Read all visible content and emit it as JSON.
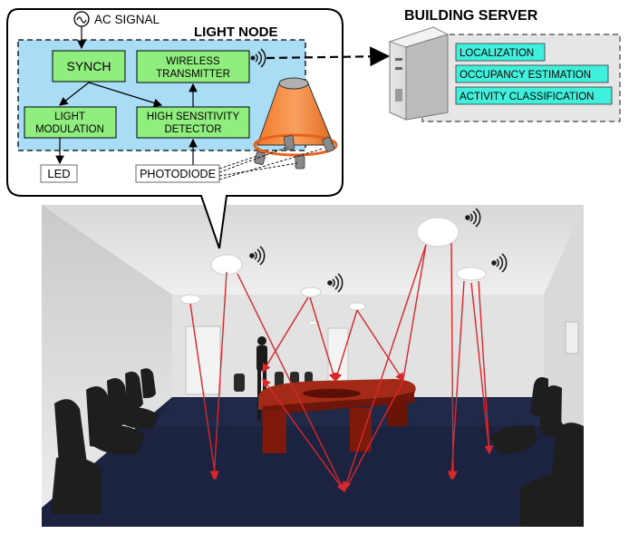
{
  "light_node": {
    "title": "LIGHT NODE",
    "ac_signal": "AC SIGNAL",
    "synch": "SYNCH",
    "wireless_line1": "WIRELESS",
    "wireless_line2": "TRANSMITTER",
    "light_mod_line1": "LIGHT",
    "light_mod_line2": "MODULATION",
    "detector_line1": "HIGH SENSITIVITY",
    "detector_line2": "DETECTOR",
    "led": "LED",
    "photodiode": "PHOTODIODE"
  },
  "building_server": {
    "title": "BUILDING SERVER",
    "services": [
      "LOCALIZATION",
      "OCCUPANCY ESTIMATION",
      "ACTIVITY CLASSIFICATION"
    ]
  },
  "colors": {
    "node_bg": "#a9dcf5",
    "block_green": "#90ee7e",
    "service_cyan": "#3ff0dc",
    "lamp_orange": "#f68a3c",
    "ray_red": "#d7282c",
    "carpet": "#1b2340",
    "table": "#8e1f12"
  }
}
